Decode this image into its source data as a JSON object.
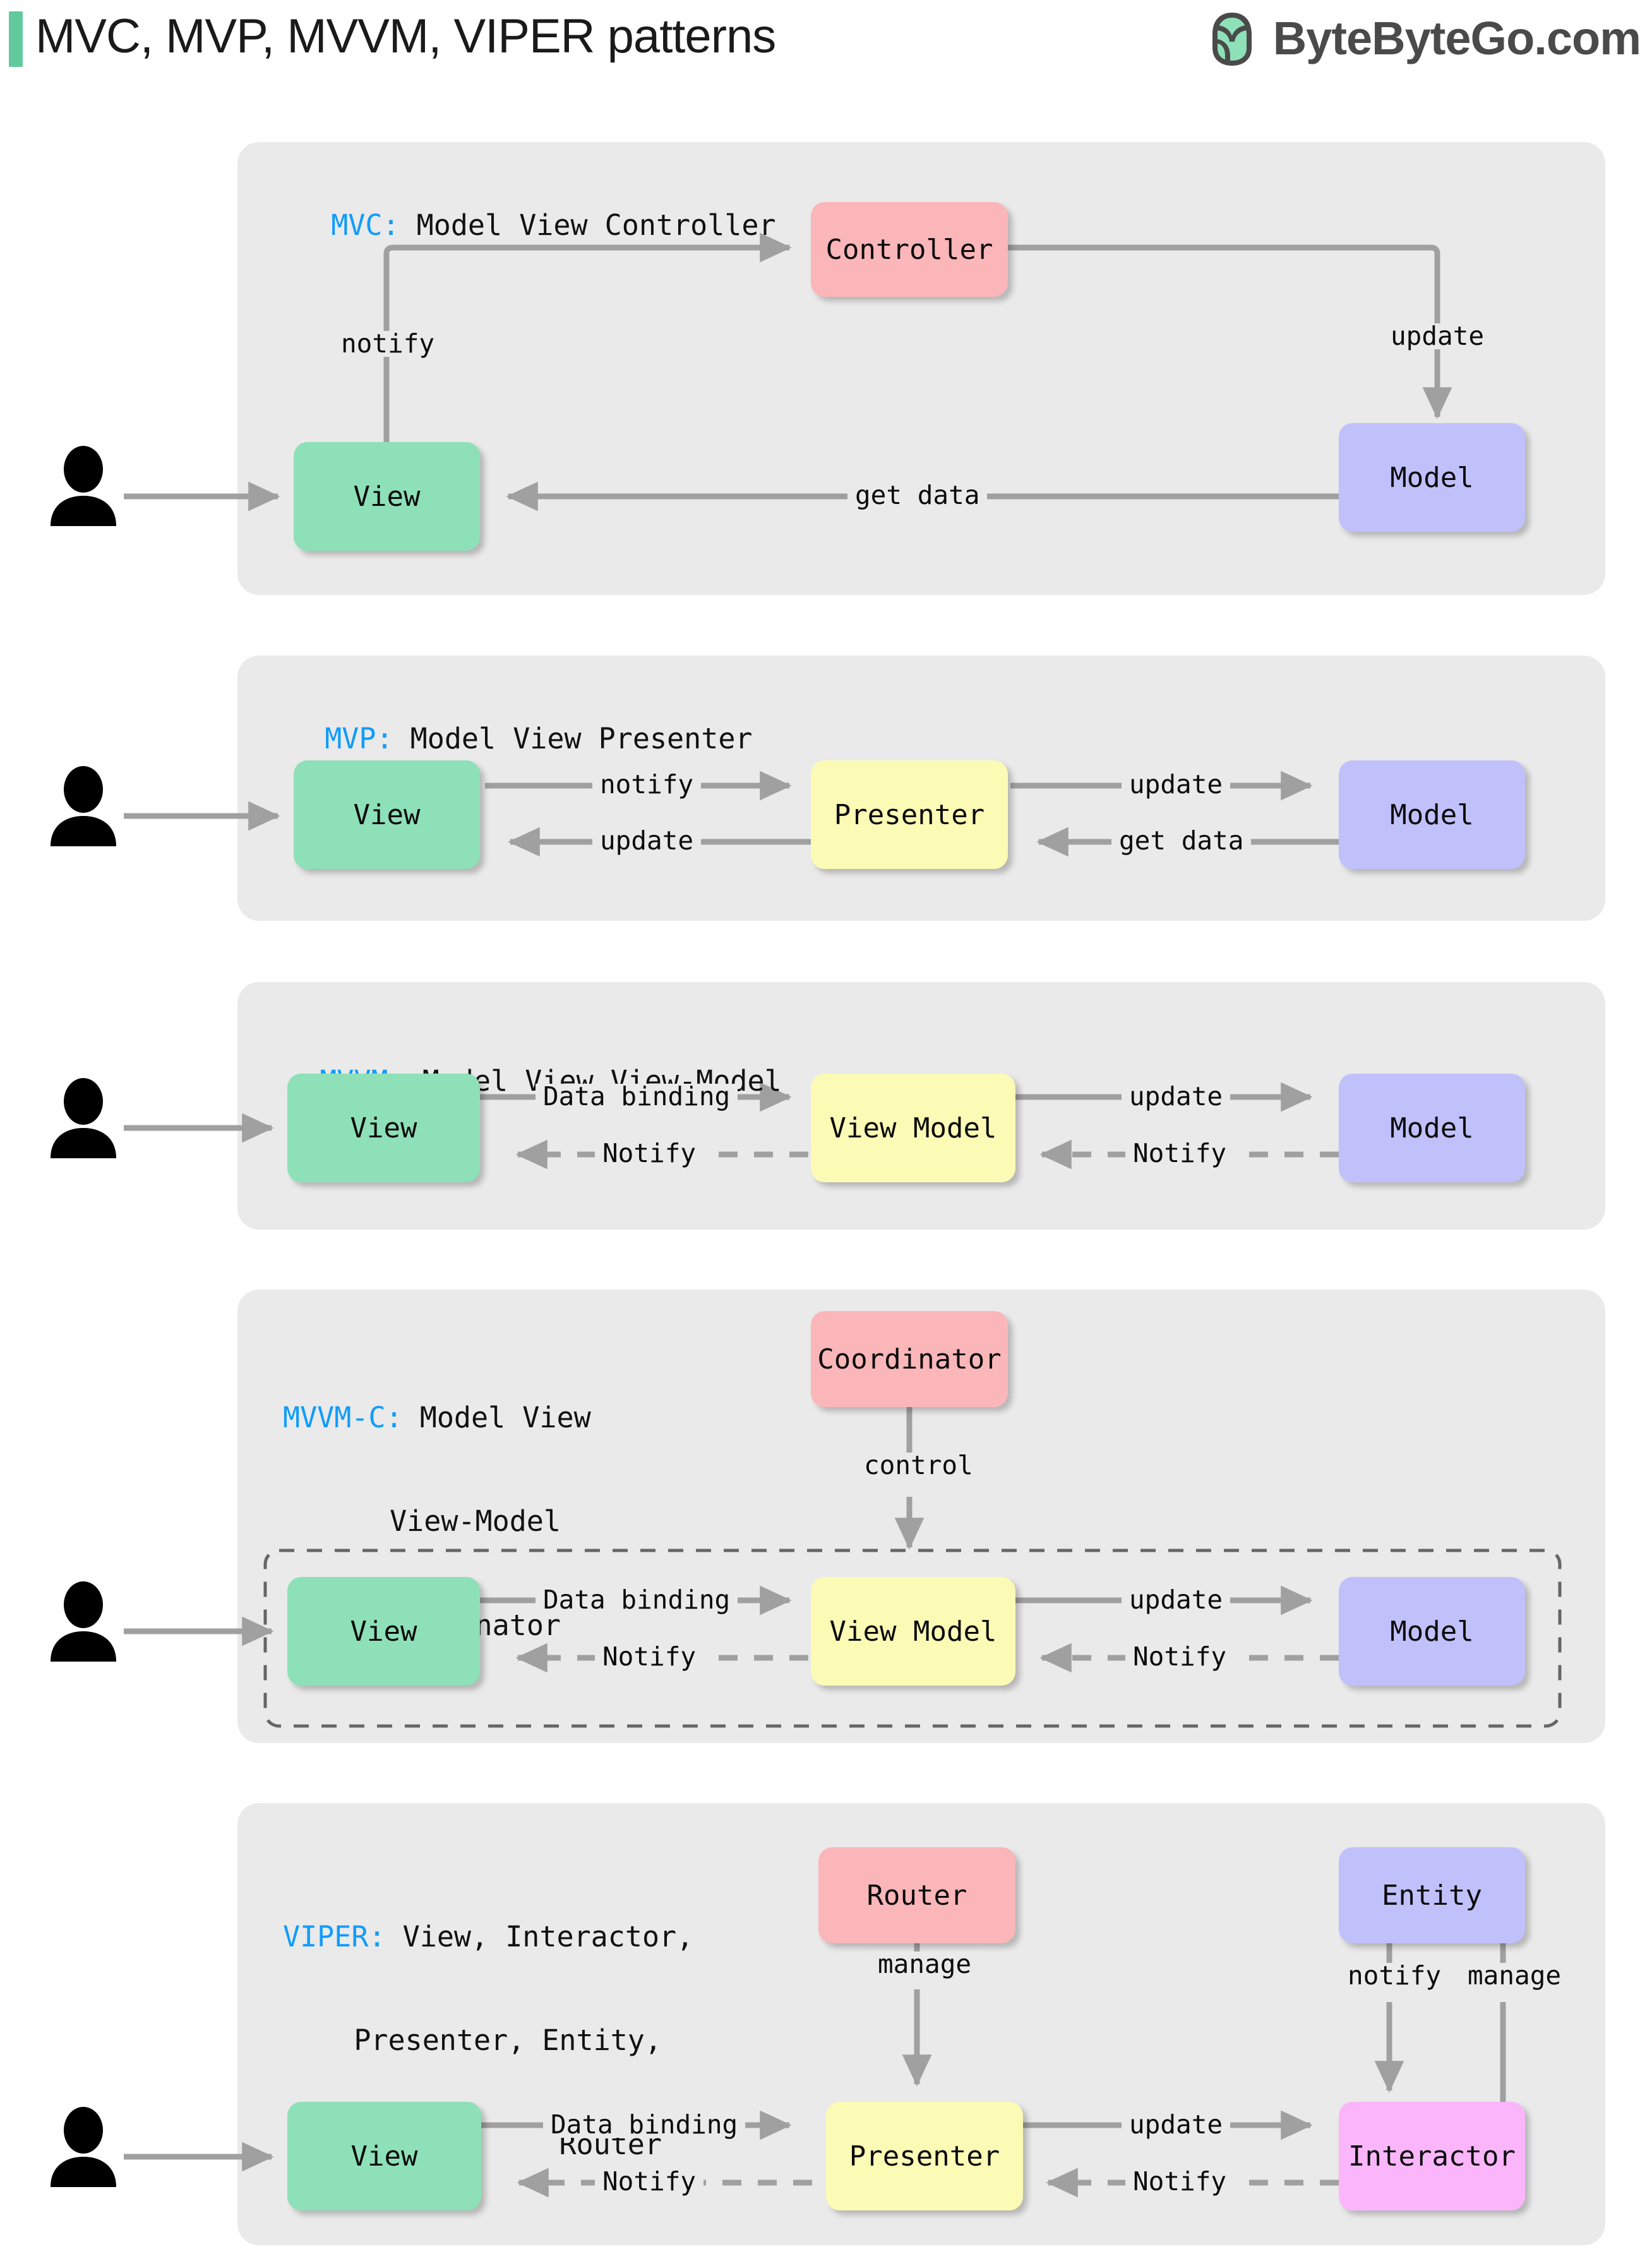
{
  "header": {
    "title": "MVC, MVP, MVVM, VIPER patterns",
    "brand": "ByteByteGo.com",
    "logo_icon": "bytebytego-leaf-logo",
    "accent_color": "#62c99d"
  },
  "colors": {
    "panel_bg": "#eaeaea",
    "view": "#8ee0b8",
    "controller": "#fbb6b9",
    "model": "#c0c0fb",
    "presenter": "#fbfbb6",
    "interactor": "#fbb6fb",
    "title_key": "#109cfb",
    "arrow": "#a0a0a0"
  },
  "sections": [
    {
      "id": "mvc",
      "key": "MVC:",
      "title": " Model View Controller",
      "nodes": {
        "view": "View",
        "controller": "Controller",
        "model": "Model"
      },
      "labels": {
        "notify": "notify",
        "update": "update",
        "get_data": "get data"
      }
    },
    {
      "id": "mvp",
      "key": "MVP:",
      "title": " Model View Presenter",
      "nodes": {
        "view": "View",
        "presenter": "Presenter",
        "model": "Model"
      },
      "labels": {
        "notify": "notify",
        "update_left": "update",
        "update_right": "update",
        "get_data": "get data"
      }
    },
    {
      "id": "mvvm",
      "key": "MVVM:",
      "title": " Model View View-Model",
      "nodes": {
        "view": "View",
        "view_model": "View Model",
        "model": "Model"
      },
      "labels": {
        "data_binding": "Data binding",
        "notify_left": "Notify",
        "update": "update",
        "notify_right": "Notify"
      }
    },
    {
      "id": "mvvm-c",
      "key": "MVVM-C:",
      "title_lines": [
        " Model View",
        "View-Model",
        "Coordinator"
      ],
      "nodes": {
        "coordinator": "Coordinator",
        "view": "View",
        "view_model": "View Model",
        "model": "Model"
      },
      "labels": {
        "control": "control",
        "data_binding": "Data binding",
        "notify_left": "Notify",
        "update": "update",
        "notify_right": "Notify"
      }
    },
    {
      "id": "viper",
      "key": "VIPER:",
      "title_lines": [
        " View, Interactor,",
        "Presenter, Entity,",
        "Router"
      ],
      "nodes": {
        "router": "Router",
        "entity": "Entity",
        "view": "View",
        "presenter": "Presenter",
        "interactor": "Interactor"
      },
      "labels": {
        "manage_router": "manage",
        "notify_entity": "notify",
        "manage_entity": "manage",
        "data_binding": "Data binding",
        "notify_left": "Notify",
        "update": "update",
        "notify_right": "Notify"
      }
    }
  ]
}
